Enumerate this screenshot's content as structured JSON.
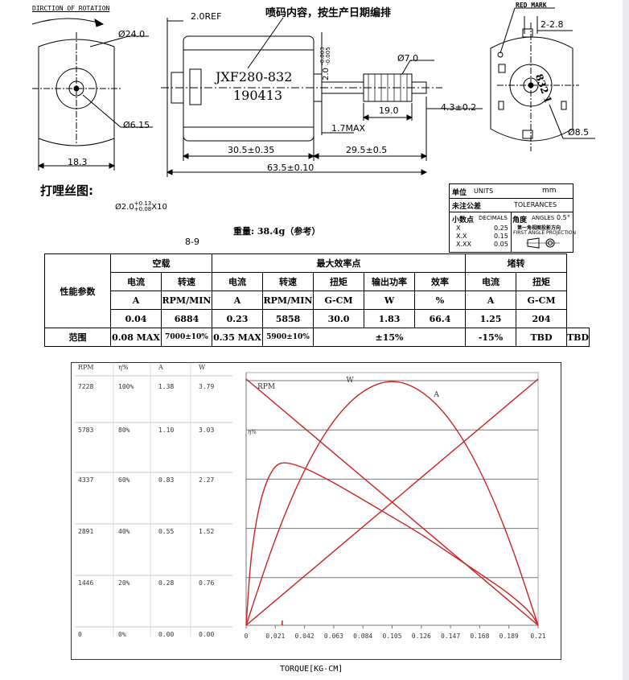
{
  "drawing": {
    "rotation_label": "DIRCTION OF ROTATION",
    "front": {
      "d_outer": "Ø24.0",
      "d_inner": "Ø6.15",
      "width": "18.3"
    },
    "side": {
      "ref": "2.0REF",
      "note": "喷码内容，按生产日期编排",
      "model": "JXF280-832",
      "date_code": "190413",
      "gear_d": "Ø7.0",
      "shaft_tol": "2.0",
      "shaft_tol_up": "-0.003",
      "shaft_tol_dn": "-0.005",
      "gear_len": "19.0",
      "tip": "4.3±0.2",
      "max": "1.7MAX",
      "body_len": "30.5±0.35",
      "shaft_len": "29.5±0.5",
      "total_len": "63.5±0.10"
    },
    "rear": {
      "red_mark": "RED MARK",
      "dim": "2-2.8",
      "boss_d": "Ø8.5",
      "text": "832 1"
    }
  },
  "knurl": {
    "title": "打哩丝图:",
    "dim_base": "Ø2.0",
    "dim_up": "+0.13",
    "dim_dn": "+0.08",
    "dim_x": "X10",
    "length": "8-9"
  },
  "weight": "重量: 38.4g（参考）",
  "tolerances": {
    "unit_cn": "单位",
    "unit_en": "UNITS",
    "unit_val": "mm",
    "tol_cn": "未注公差",
    "tol_en": "TOLERANCES",
    "dec_cn": "小数点",
    "dec_en": "DECIMALS",
    "ang_cn": "角度",
    "ang_en": "ANGLES",
    "ang_val": "0.5°",
    "rows": [
      [
        "X",
        "0.25"
      ],
      [
        "X.X",
        "0.15"
      ],
      [
        "X.XX",
        "0.05"
      ]
    ],
    "proj_cn": "第一角视图投影方向",
    "proj_en": "FIRST ANGLE PROJECTION"
  },
  "spec": {
    "param_label": "性能参数",
    "range_label": "范围",
    "groups": {
      "noload": "空载",
      "maxeff": "最大效率点",
      "stall": "堵转"
    },
    "headers": [
      "电流",
      "转速",
      "电流",
      "转速",
      "扭矩",
      "输出功率",
      "效率",
      "电流",
      "扭矩"
    ],
    "units": [
      "A",
      "RPM/MIN",
      "A",
      "RPM/MIN",
      "G-CM",
      "W",
      "%",
      "A",
      "G-CM"
    ],
    "values": [
      "0.04",
      "6884",
      "0.23",
      "5858",
      "30.0",
      "1.83",
      "66.4",
      "1.25",
      "204"
    ],
    "ranges": {
      "a": "0.08 MAX",
      "b": "7000±10%",
      "c": "0.35 MAX",
      "d": "5900±10%",
      "e": "±15%",
      "f": "-15%",
      "g": "TBD",
      "h": "TBD"
    }
  },
  "chart_data": {
    "type": "line",
    "x": [
      0,
      0.021,
      0.042,
      0.063,
      0.084,
      0.105,
      0.126,
      0.147,
      0.168,
      0.189,
      0.21
    ],
    "xlabel": "TORQUE[KG-CM]",
    "xlim": [
      0,
      0.21
    ],
    "table_headers": [
      "RPM",
      "η%",
      "A",
      "W"
    ],
    "table_rows": [
      [
        "7228",
        "100%",
        "1.38",
        "3.79"
      ],
      [
        "5783",
        "80%",
        "1.10",
        "3.03"
      ],
      [
        "4337",
        "60%",
        "0.83",
        "2.27"
      ],
      [
        "2891",
        "40%",
        "0.55",
        "1.52"
      ],
      [
        "1446",
        "20%",
        "0.28",
        "0.76"
      ],
      [
        "0",
        "0%",
        "0.00",
        "0.00"
      ]
    ],
    "series": [
      {
        "name": "RPM",
        "x": [
          0,
          0.21
        ],
        "y": [
          7228,
          0
        ],
        "color": "#cc2222"
      },
      {
        "name": "A",
        "x": [
          0,
          0.21
        ],
        "y": [
          0.0,
          1.38
        ],
        "color": "#cc2222"
      },
      {
        "name": "W",
        "x": [
          0,
          0.021,
          0.042,
          0.063,
          0.084,
          0.105,
          0.126,
          0.147,
          0.168,
          0.189,
          0.21
        ],
        "y": [
          0,
          1.36,
          2.42,
          3.18,
          3.63,
          3.79,
          3.63,
          3.18,
          2.42,
          1.36,
          0
        ],
        "color": "#cc2222"
      },
      {
        "name": "η%",
        "x": [
          0,
          0.003,
          0.006,
          0.01,
          0.015,
          0.021,
          0.028,
          0.042,
          0.063,
          0.084,
          0.105,
          0.126,
          0.147,
          0.168,
          0.189,
          0.205,
          0.21
        ],
        "y": [
          0,
          25,
          38,
          50,
          59,
          65,
          66.4,
          64,
          58,
          51,
          44,
          37,
          29,
          21,
          13,
          5,
          0
        ],
        "color": "#cc2222"
      }
    ],
    "marker_x": 0.026,
    "grid": true
  }
}
